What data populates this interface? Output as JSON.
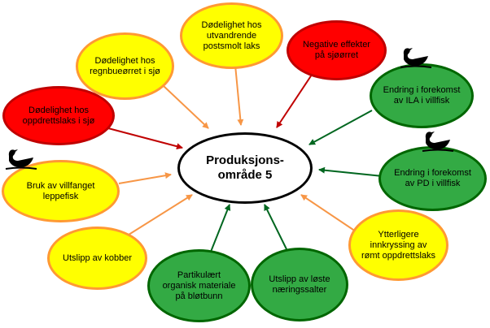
{
  "colors": {
    "yellow_fill": "#ffff00",
    "orange_border": "#ff9933",
    "red_fill": "#ff0000",
    "red_border": "#c00000",
    "green_fill": "#33aa44",
    "green_border": "#006600",
    "orange_arrow": "#f79646",
    "red_arrow": "#c00000",
    "green_arrow": "#00661f"
  },
  "center": {
    "label": "Produksjons-område 5"
  },
  "nodes": {
    "regnbue": {
      "label": "Dødelighet hos regnbueørret i sjø",
      "status": "yellow"
    },
    "postsmolt": {
      "label": "Dødelighet hos utvandrende postsmolt laks",
      "status": "yellow"
    },
    "sjoorret": {
      "label": "Negative effekter på sjøørret",
      "status": "red"
    },
    "oppdrettslaks": {
      "label": "Dødelighet hos oppdrettslaks i sjø",
      "status": "red"
    },
    "ila": {
      "label": "Endring i forekomst av ILA i villfisk",
      "status": "green",
      "icon": "black-swan-icon"
    },
    "pd": {
      "label": "Endring i forekomst av PD i villfisk",
      "status": "green",
      "icon": "black-swan-icon"
    },
    "leppefisk": {
      "label": "Bruk av villfanget leppefisk",
      "status": "yellow",
      "icon": "black-swan-icon"
    },
    "kobber": {
      "label": "Utslipp av kobber",
      "status": "yellow"
    },
    "organisk": {
      "label": "Partikulært organisk materiale på bløtbunn",
      "status": "green"
    },
    "naering": {
      "label": "Utslipp av løste næringssalter",
      "status": "green"
    },
    "innkryssing": {
      "label": "Ytterligere innkryssing av rømt oppdrettslaks",
      "status": "yellow"
    }
  }
}
